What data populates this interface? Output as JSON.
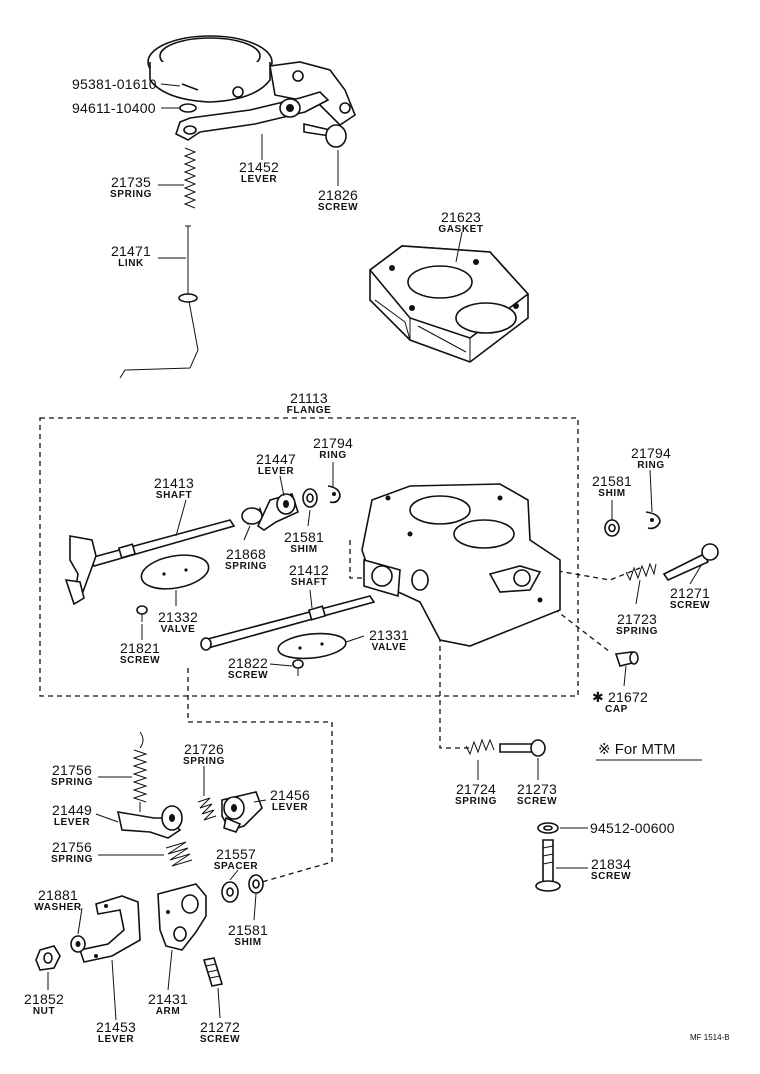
{
  "parts": [
    {
      "id": "p-95381",
      "number": "95381-01610",
      "name": ""
    },
    {
      "id": "p-94611",
      "number": "94611-10400",
      "name": ""
    },
    {
      "id": "p-21735",
      "number": "21735",
      "name": "SPRING"
    },
    {
      "id": "p-21452",
      "number": "21452",
      "name": "LEVER"
    },
    {
      "id": "p-21826",
      "number": "21826",
      "name": "SCREW"
    },
    {
      "id": "p-21471",
      "number": "21471",
      "name": "LINK"
    },
    {
      "id": "p-21623",
      "number": "21623",
      "name": "GASKET"
    },
    {
      "id": "p-21113",
      "number": "21113",
      "name": "FLANGE"
    },
    {
      "id": "p-21794a",
      "number": "21794",
      "name": "RING"
    },
    {
      "id": "p-21447",
      "number": "21447",
      "name": "LEVER"
    },
    {
      "id": "p-21413",
      "number": "21413",
      "name": "SHAFT"
    },
    {
      "id": "p-21581a",
      "number": "21581",
      "name": "SHIM"
    },
    {
      "id": "p-21868",
      "number": "21868",
      "name": "SPRING"
    },
    {
      "id": "p-21412",
      "number": "21412",
      "name": "SHAFT"
    },
    {
      "id": "p-21332",
      "number": "21332",
      "name": "VALVE"
    },
    {
      "id": "p-21331",
      "number": "21331",
      "name": "VALVE"
    },
    {
      "id": "p-21821",
      "number": "21821",
      "name": "SCREW"
    },
    {
      "id": "p-21822",
      "number": "21822",
      "name": "SCREW"
    },
    {
      "id": "p-21581b",
      "number": "21581",
      "name": "SHIM"
    },
    {
      "id": "p-21794b",
      "number": "21794",
      "name": "RING"
    },
    {
      "id": "p-21271",
      "number": "21271",
      "name": "SCREW"
    },
    {
      "id": "p-21723",
      "number": "21723",
      "name": "SPRING"
    },
    {
      "id": "p-21672",
      "number": "✱ 21672",
      "name": "CAP"
    },
    {
      "id": "p-21724",
      "number": "21724",
      "name": "SPRING"
    },
    {
      "id": "p-21273",
      "number": "21273",
      "name": "SCREW"
    },
    {
      "id": "p-94512",
      "number": "94512-00600",
      "name": ""
    },
    {
      "id": "p-21834",
      "number": "21834",
      "name": "SCREW"
    },
    {
      "id": "p-21756a",
      "number": "21756",
      "name": "SPRING"
    },
    {
      "id": "p-21726",
      "number": "21726",
      "name": "SPRING"
    },
    {
      "id": "p-21456",
      "number": "21456",
      "name": "LEVER"
    },
    {
      "id": "p-21449",
      "number": "21449",
      "name": "LEVER"
    },
    {
      "id": "p-21756b",
      "number": "21756",
      "name": "SPRING"
    },
    {
      "id": "p-21557",
      "number": "21557",
      "name": "SPACER"
    },
    {
      "id": "p-21881",
      "number": "21881",
      "name": "WASHER"
    },
    {
      "id": "p-21581c",
      "number": "21581",
      "name": "SHIM"
    },
    {
      "id": "p-21852",
      "number": "21852",
      "name": "NUT"
    },
    {
      "id": "p-21431",
      "number": "21431",
      "name": "ARM"
    },
    {
      "id": "p-21453",
      "number": "21453",
      "name": "LEVER"
    },
    {
      "id": "p-21272",
      "number": "21272",
      "name": "SCREW"
    }
  ],
  "note": "※  For MTM",
  "footer_code": "MF 1514-B"
}
